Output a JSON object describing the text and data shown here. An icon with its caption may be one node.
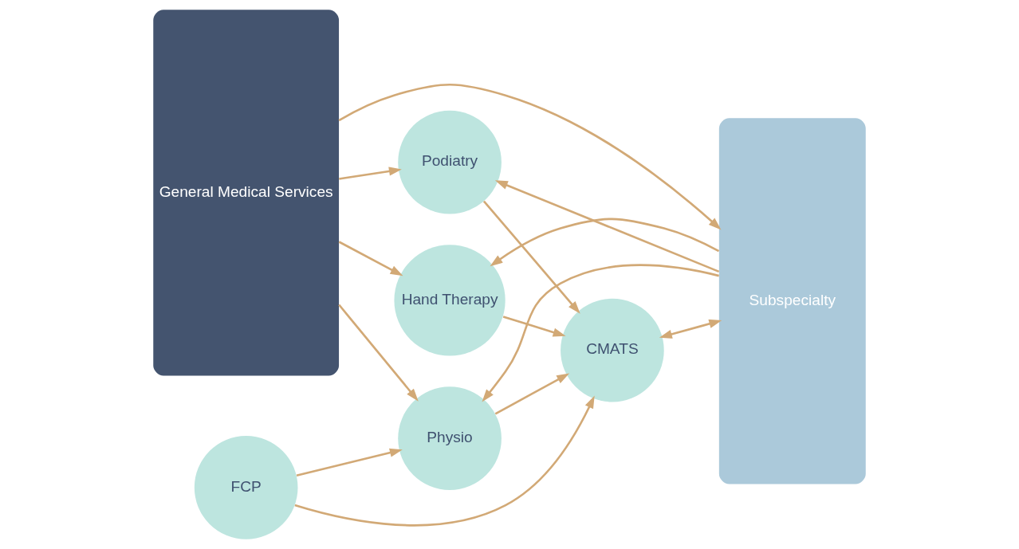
{
  "diagram": {
    "nodes": [
      {
        "text": [
          "General Medical Services"
        ]
      },
      {
        "text": [
          "Hand Therapy"
        ]
      },
      {
        "text": [
          "Podiatry"
        ]
      },
      {
        "text": [
          "Physio"
        ]
      },
      {
        "text": [
          "CMATS"
        ]
      },
      {
        "text": [
          "FCP"
        ]
      },
      {
        "text": [
          "Subspecialty"
        ]
      }
    ],
    "edges": [
      {
        "from": 0,
        "to": 1,
        "arrow": "to"
      },
      {
        "from": 0,
        "to": 2,
        "arrow": "to"
      },
      {
        "from": 0,
        "to": 3,
        "arrow": "to"
      },
      {
        "from": 0,
        "to": 6,
        "arrow": "to"
      },
      {
        "from": 6,
        "to": 1,
        "arrow": "to"
      },
      {
        "from": 6,
        "to": 2,
        "arrow": "to"
      },
      {
        "from": 6,
        "to": 3,
        "arrow": "to"
      },
      {
        "from": 2,
        "to": 4,
        "arrow": "to"
      },
      {
        "from": 1,
        "to": 4,
        "arrow": "to"
      },
      {
        "from": 3,
        "to": 4,
        "arrow": "to"
      },
      {
        "from": 5,
        "to": 3,
        "arrow": "to"
      },
      {
        "from": 5,
        "to": 4,
        "arrow": "to"
      },
      {
        "from": 4,
        "to": 6,
        "arrow": "both"
      }
    ]
  }
}
